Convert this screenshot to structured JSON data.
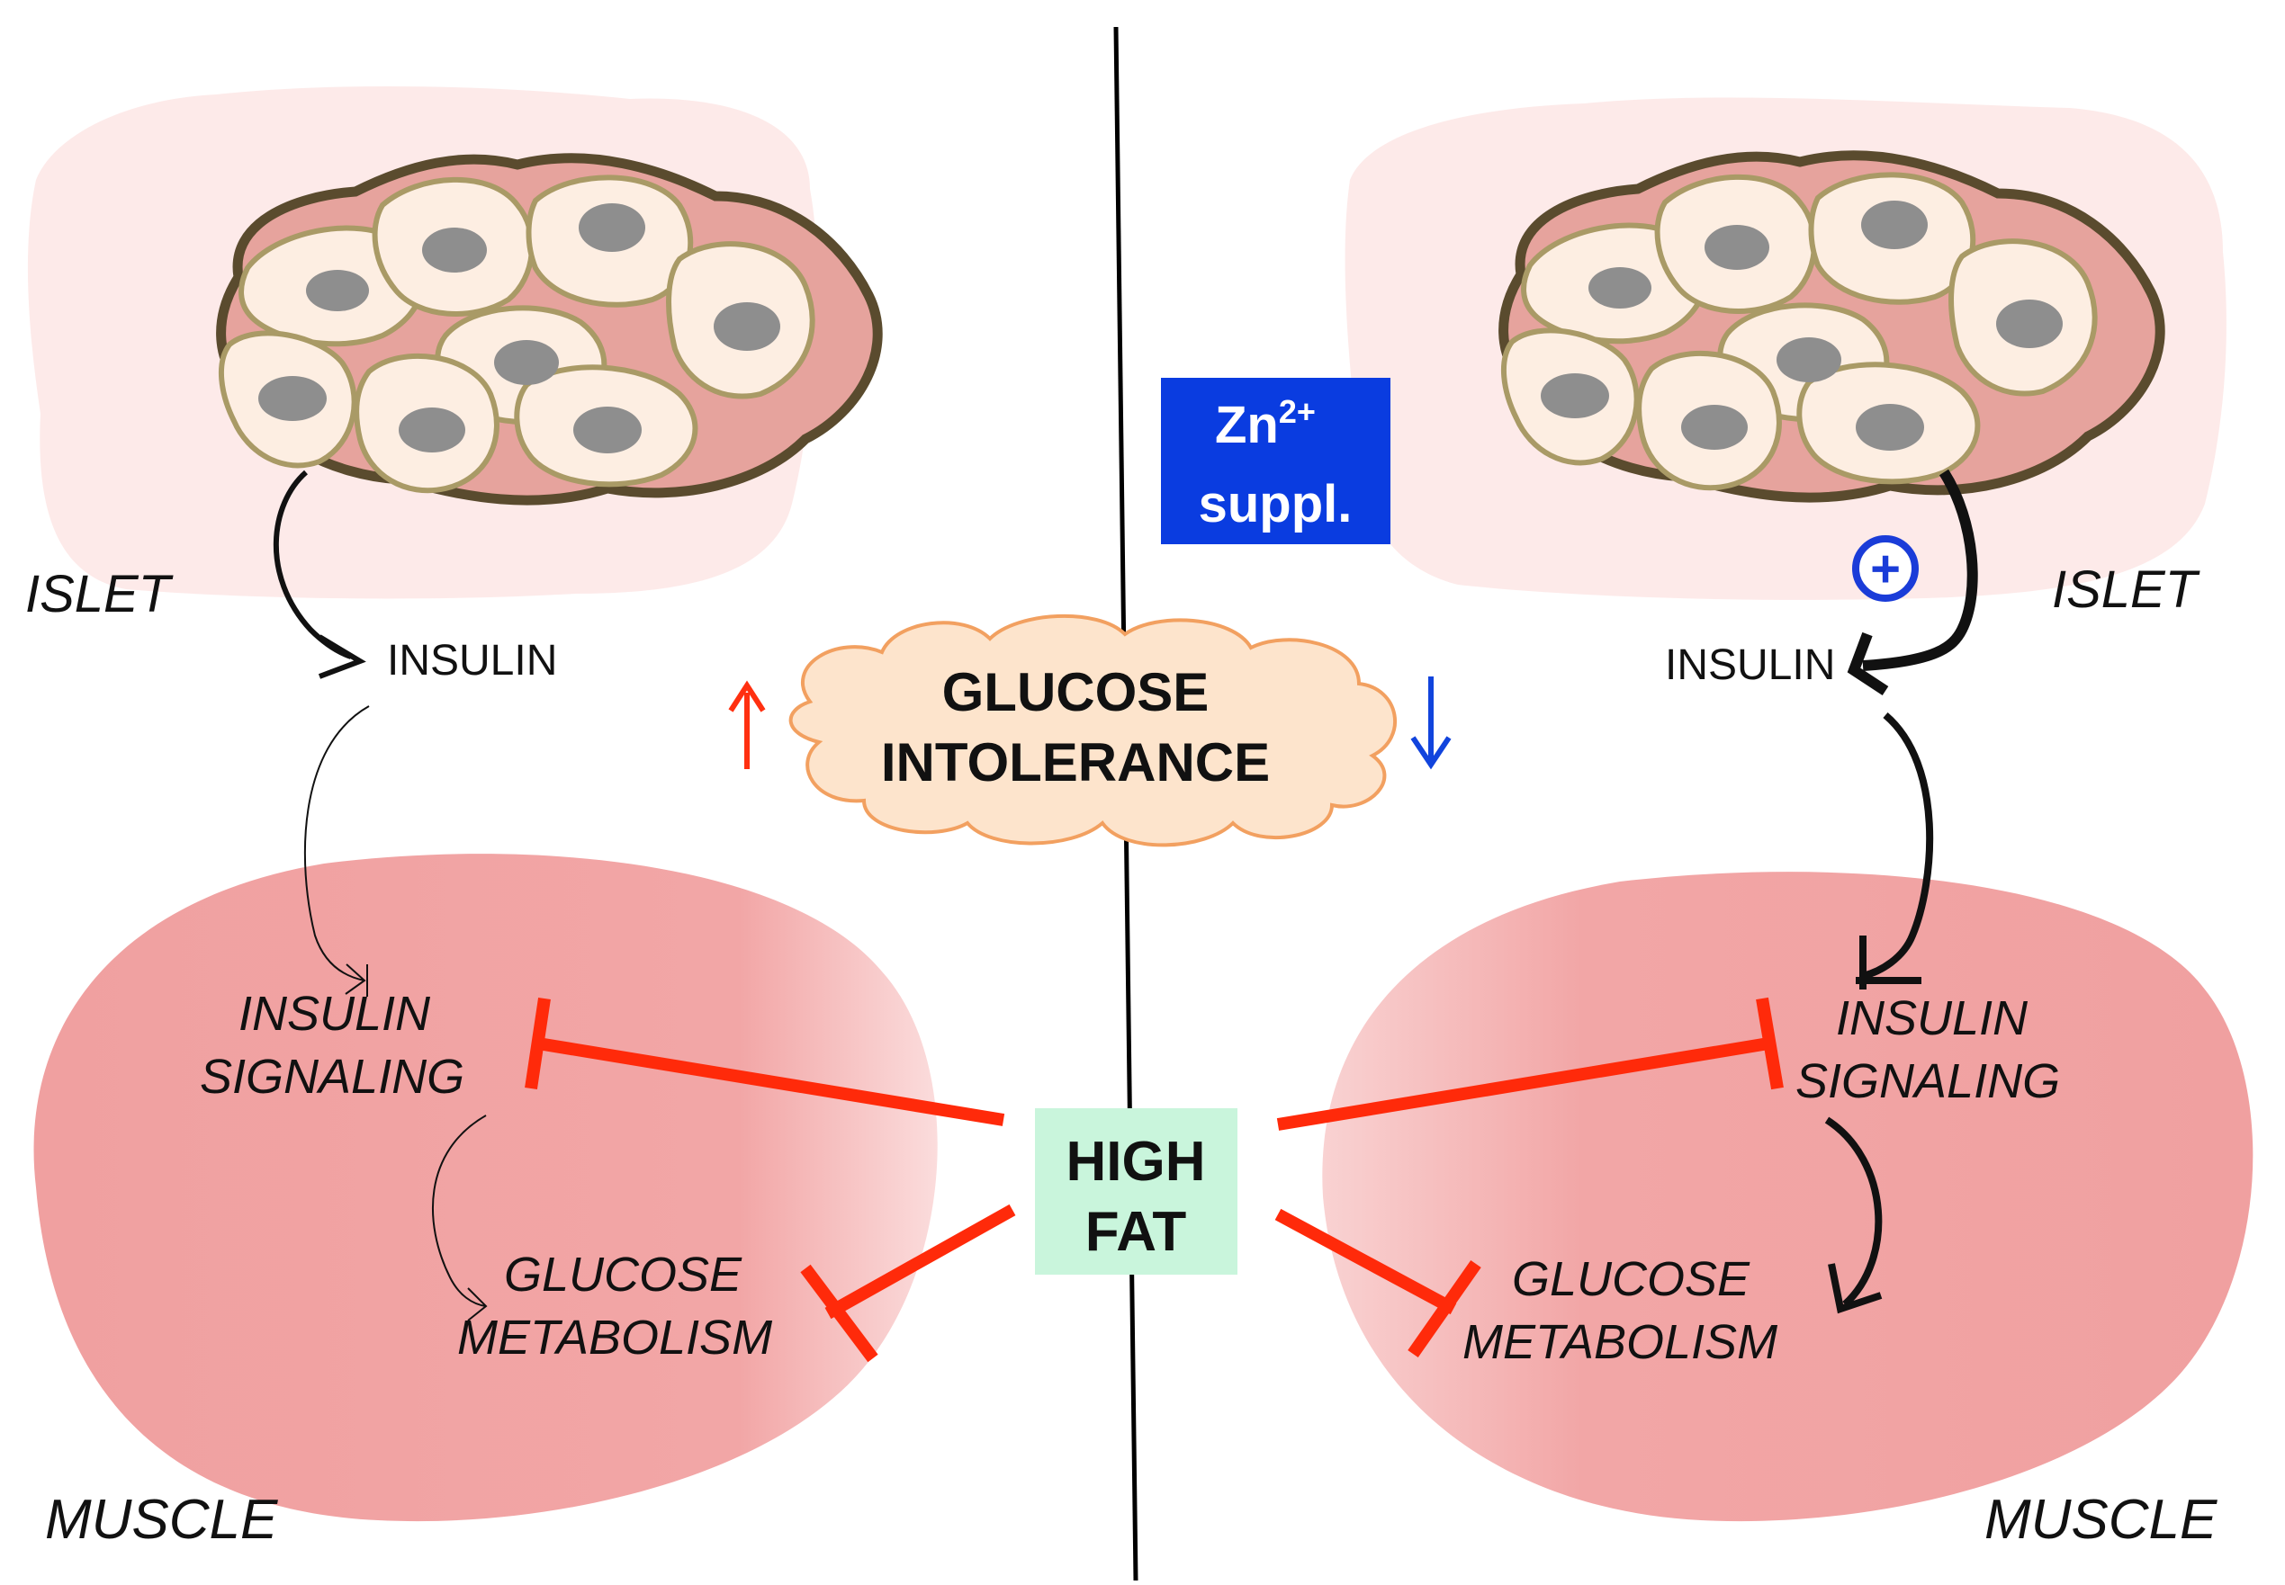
{
  "left": {
    "islet_label": "ISLET",
    "insulin_label": "INSULIN",
    "signaling_line1": "INSULIN",
    "signaling_line2": "SIGNALING",
    "metabolism_line1": "GLUCOSE",
    "metabolism_line2": "METABOLISM",
    "muscle_label": "MUSCLE"
  },
  "right": {
    "islet_label": "ISLET",
    "insulin_label": "INSULIN",
    "signaling_line1": "INSULIN",
    "signaling_line2": "SIGNALING",
    "metabolism_line1": "GLUCOSE",
    "metabolism_line2": "METABOLISM",
    "muscle_label": "MUSCLE",
    "plus_symbol": "+"
  },
  "zinc_box": {
    "line1_main": "Zn",
    "line1_sup": "2+",
    "line2": "suppl."
  },
  "cloud": {
    "line1": "GLUCOSE",
    "line2": "INTOLERANCE",
    "up_arrow": "↑",
    "down_arrow": "↓"
  },
  "high_fat_box": {
    "line1": "HIGH",
    "line2": "FAT"
  },
  "colors": {
    "inhibit_red": "#ff2a0a",
    "up_arrow_red": "#ff3010",
    "down_arrow_blue": "#1144dd",
    "zinc_box_blue": "#0a3ce0",
    "high_fat_green": "#c9f5dc",
    "muscle_pink": "#f2a8a8",
    "islet_bg": "#fde9e8",
    "cloud_fill": "#fde4cc",
    "cloud_stroke": "#f2a060",
    "cell_fill": "#fdeee2",
    "cell_stroke": "#a99a66",
    "nucleus_gray": "#8e8e8e",
    "islet_outline": "#5a4b2e",
    "islet_tissue": "#e6a39d"
  },
  "icons": {
    "plus_badge": "plus-circle-icon",
    "up_arrow": "arrow-up-icon",
    "down_arrow": "arrow-down-icon"
  }
}
